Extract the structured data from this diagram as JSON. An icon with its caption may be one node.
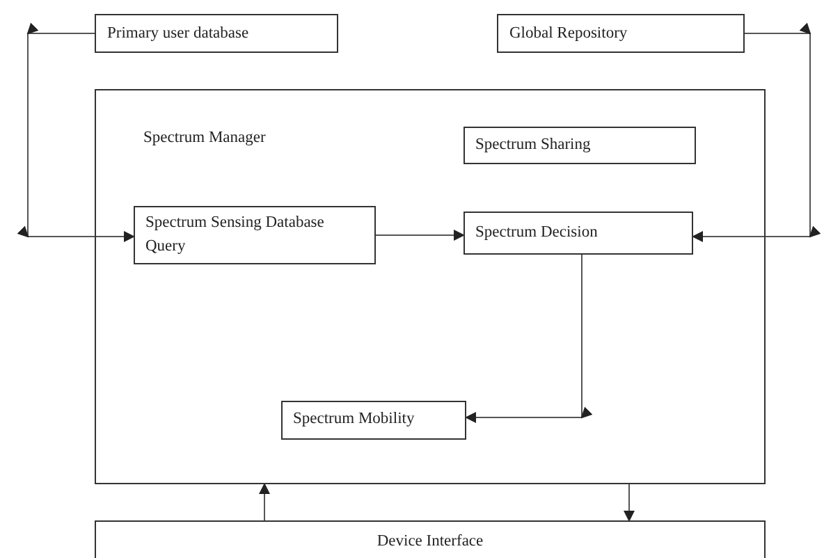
{
  "diagram": {
    "nodes": [
      {
        "text": [
          "Primary user database"
        ]
      },
      {
        "text": [
          "Global Repository"
        ]
      },
      {
        "text": [
          "Spectrum Manager"
        ]
      },
      {
        "text": [
          "Spectrum Sharing"
        ],
        "in": 2
      },
      {
        "text": [
          "Spectrum Sensing Database Query"
        ],
        "in": 2
      },
      {
        "text": [
          "Spectrum Decision"
        ],
        "in": 2
      },
      {
        "text": [
          "Spectrum Mobility"
        ],
        "in": 2
      },
      {
        "text": [
          "Device Interface"
        ]
      }
    ],
    "edges": [
      {
        "from": 0,
        "to": 4,
        "arrow": "to"
      },
      {
        "from": 1,
        "to": 5,
        "arrow": "to"
      },
      {
        "from": 4,
        "to": 5,
        "arrow": "to"
      },
      {
        "from": 5,
        "to": 6,
        "arrow": "to"
      },
      {
        "from": 7,
        "to": 2,
        "arrow": "to"
      },
      {
        "from": 2,
        "to": 7,
        "arrow": "to"
      }
    ]
  }
}
